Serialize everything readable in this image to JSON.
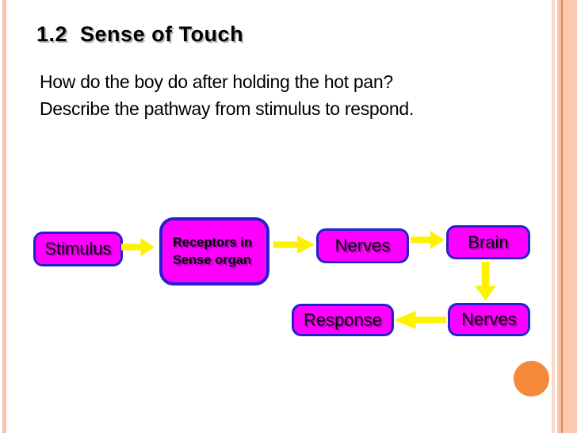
{
  "slide": {
    "title": "1.2  Sense of Touch",
    "question_line1": "How do the boy do after holding the hot pan?",
    "question_line2": "Describe the pathway from stimulus to respond."
  },
  "diagram": {
    "boxes": {
      "stimulus": {
        "label": "Stimulus"
      },
      "receptors": {
        "label_line1": "Receptors in",
        "label_line2": "Sense organ"
      },
      "nerves_top": {
        "label": "Nerves"
      },
      "brain": {
        "label": "Brain"
      },
      "response": {
        "label": "Response"
      },
      "nerves_bottom": {
        "label": "Nerves"
      }
    },
    "flow_order": [
      "Stimulus",
      "Receptors in Sense organ",
      "Nerves",
      "Brain",
      "Nerves",
      "Response"
    ],
    "colors": {
      "box_fill": "#ff00ff",
      "box_border": "#2222cc",
      "arrow": "#fff200",
      "accent_circle": "#f6893c",
      "edge_stripe": "#f8c3a9"
    }
  }
}
